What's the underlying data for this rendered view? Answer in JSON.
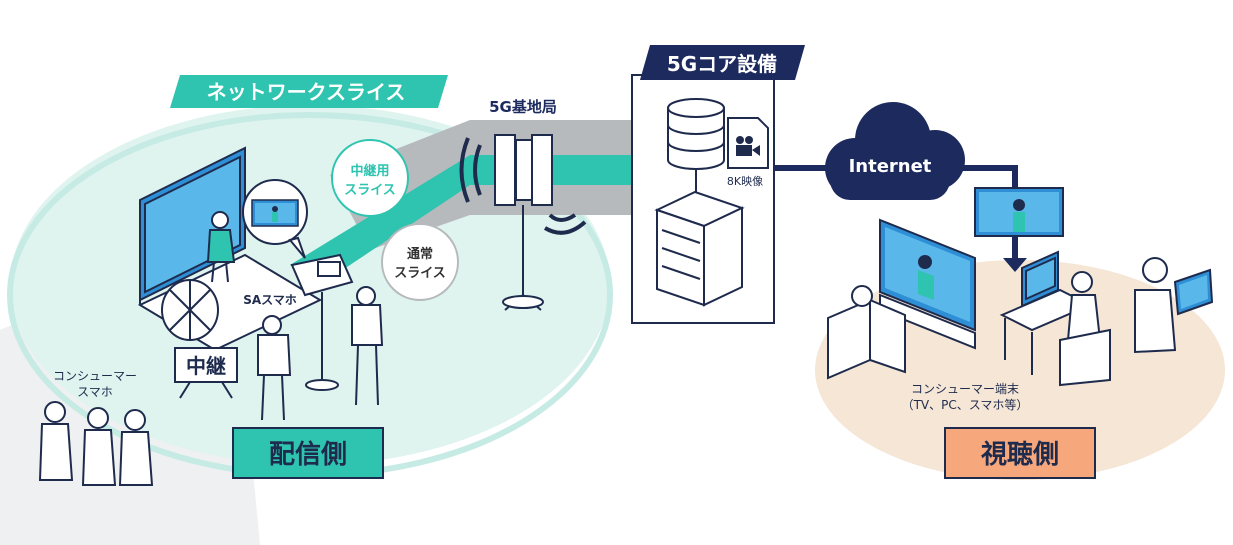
{
  "labels": {
    "network_slice": "ネットワークスライス",
    "core": "5Gコア設備",
    "base_station": "5G基地局",
    "relay_slice_line1": "中継用",
    "relay_slice_line2": "スライス",
    "normal_slice_line1": "通常",
    "normal_slice_line2": "スライス",
    "internet": "Internet",
    "video_8k": "8K映像",
    "sa_phone": "SAスマホ",
    "relay": "中継",
    "consumer_phone_line1": "コンシューマー",
    "consumer_phone_line2": "スマホ",
    "sender_side": "配信側",
    "viewer_side": "視聴側",
    "consumer_terminal_line1": "コンシューマー端末",
    "consumer_terminal_line2": "（TV、PC、スマホ等）"
  },
  "colors": {
    "teal": "#2ec4b0",
    "teal_light": "#dff3ef",
    "navy": "#1c2a5e",
    "gray_band": "#b7babd",
    "beige": "#f5e6d6",
    "orange": "#f6a77c",
    "line": "#1f2b4d"
  },
  "icons": [
    "antenna-icon",
    "server-rack-icon",
    "database-icon",
    "camera-icon",
    "cloud-icon",
    "tv-icon",
    "pc-icon",
    "tablet-icon"
  ]
}
